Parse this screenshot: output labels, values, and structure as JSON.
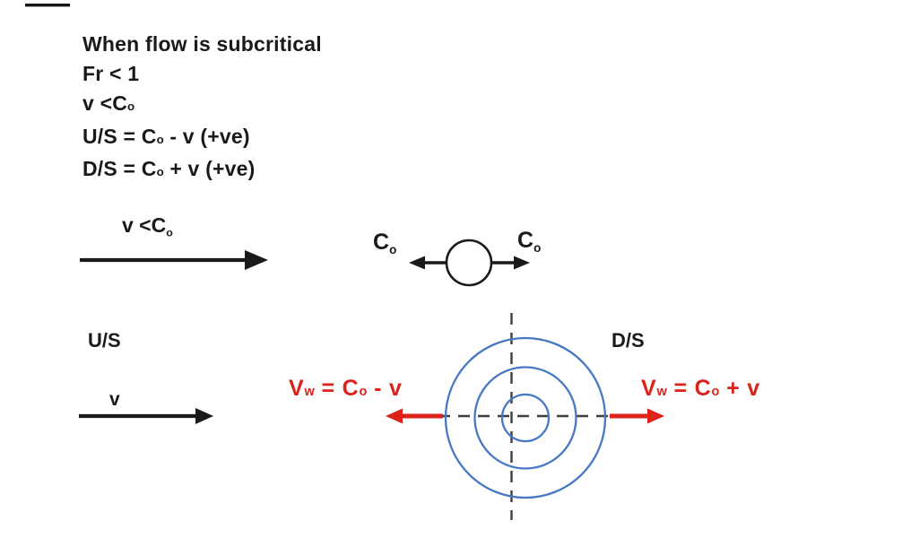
{
  "colors": {
    "text_black": "#1a1a1a",
    "red": "#dc221b",
    "wave_blue": "#4678c4",
    "dash_gray": "#3e3e3e"
  },
  "header": {
    "title": "When flow is subcritical",
    "froude_condition": "Fr < 1",
    "velocity_condition": {
      "pre": "v <C",
      "sub": "o"
    },
    "upstream_eq": {
      "pre": "U/S = C",
      "sub": "o",
      "post": " - v (+ve)"
    },
    "downstream_eq": {
      "pre": "D/S = C",
      "sub": "o",
      "post": " + v (+ve)"
    }
  },
  "flow_section": {
    "flow_label": {
      "pre": "v <C",
      "sub": "o"
    },
    "left_wave_label": {
      "pre": "C",
      "sub": "o"
    },
    "right_wave_label": {
      "pre": "C",
      "sub": "o"
    }
  },
  "wave_section": {
    "upstream_label": "U/S",
    "downstream_label": "D/S",
    "velocity_label": "v",
    "left_wave_eq": {
      "v": "V",
      "v_sub": "w",
      "mid": " = C",
      "c_sub": "o",
      "tail": " - v"
    },
    "right_wave_eq": {
      "v": "V",
      "v_sub": "w",
      "mid": " = C",
      "c_sub": "o",
      "tail": " + v"
    }
  }
}
